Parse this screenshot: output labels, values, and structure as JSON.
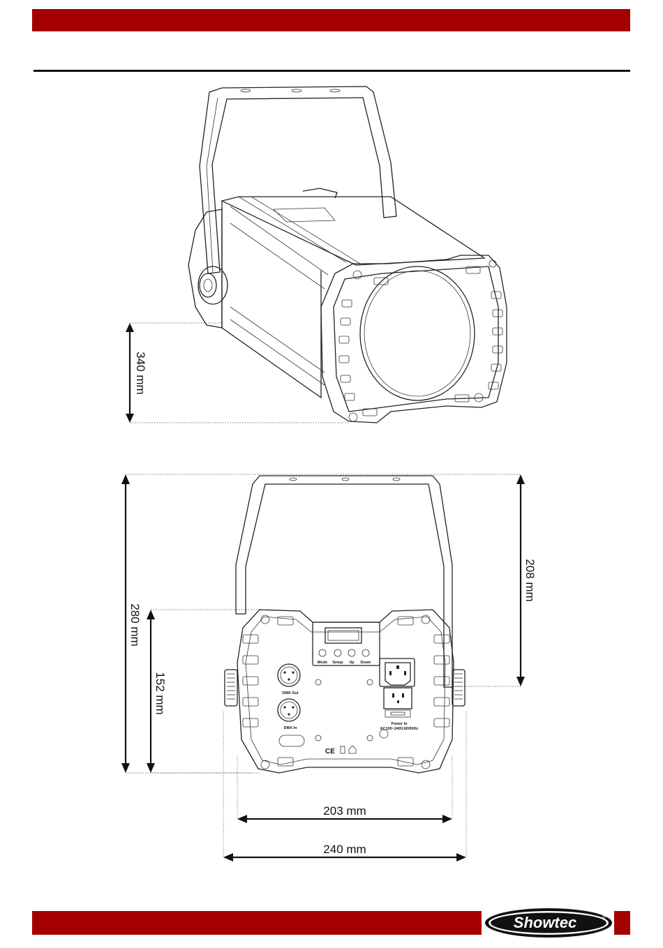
{
  "dimensions": {
    "height_340": "340 mm",
    "height_280": "280 mm",
    "height_152": "152 mm",
    "height_208": "208 mm",
    "width_203": "203 mm",
    "width_240": "240 mm"
  },
  "rear_panel": {
    "buttons": [
      "Mode",
      "Setup",
      "Up",
      "Down"
    ],
    "dmx_out": "DMX Out",
    "dmx_in": "DMX In",
    "power_in": "Power In",
    "power_spec": "AC100~240V,60/50Hz",
    "certifications": "CE"
  },
  "logo": {
    "text": "Showtec",
    "reg_mark": "®"
  },
  "colors": {
    "brand_red": "#a50000",
    "rule": "#111111"
  }
}
